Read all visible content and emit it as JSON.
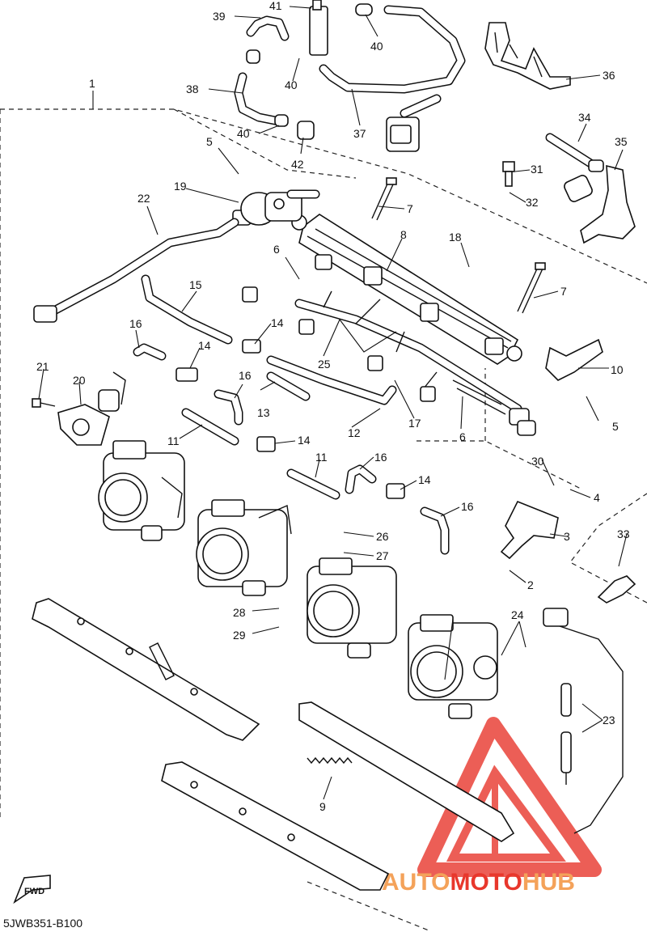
{
  "diagram": {
    "code": "5JWB351-B100",
    "fwd_label": "FWD",
    "watermark": {
      "part1": "AUTO",
      "part2": "MOTO",
      "part3": "HUB"
    },
    "colors": {
      "line": "#111111",
      "watermark_red": "#e8372c",
      "watermark_orange": "#f4a25a"
    }
  },
  "callouts": {
    "c1": "1",
    "c2": "2",
    "c3": "3",
    "c4": "4",
    "c5a": "5",
    "c5b": "5",
    "c6a": "6",
    "c6b": "6",
    "c7a": "7",
    "c7b": "7",
    "c8": "8",
    "c9": "9",
    "c10": "10",
    "c11a": "11",
    "c11b": "11",
    "c12": "12",
    "c13": "13",
    "c14a": "14",
    "c14b": "14",
    "c14c": "14",
    "c14d": "14",
    "c15": "15",
    "c16a": "16",
    "c16b": "16",
    "c16c": "16",
    "c16d": "16",
    "c17": "17",
    "c18": "18",
    "c19": "19",
    "c20": "20",
    "c21": "21",
    "c22": "22",
    "c23": "23",
    "c24": "24",
    "c25": "25",
    "c26": "26",
    "c27": "27",
    "c28": "28",
    "c29": "29",
    "c30": "30",
    "c31": "31",
    "c32": "32",
    "c33": "33",
    "c34": "34",
    "c35": "35",
    "c36": "36",
    "c37": "37",
    "c38": "38",
    "c39": "39",
    "c40a": "40",
    "c40b": "40",
    "c40c": "40",
    "c41": "41",
    "c42": "42"
  }
}
